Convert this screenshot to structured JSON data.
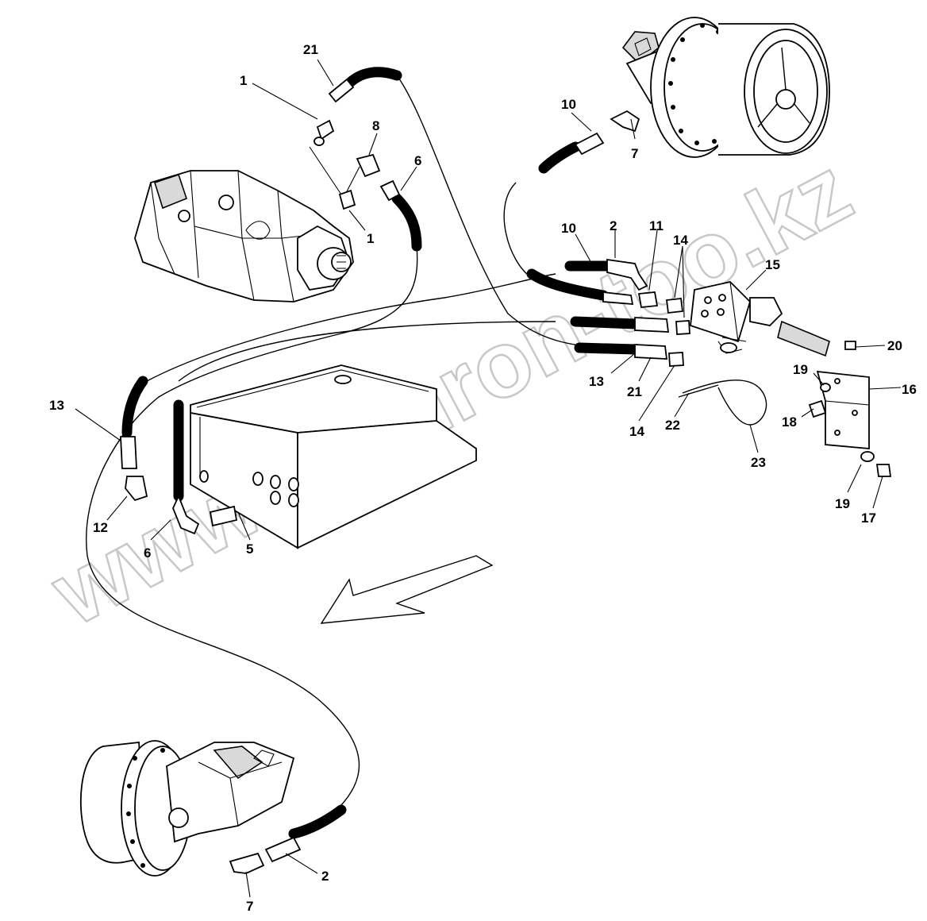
{
  "diagram": {
    "watermark": "www.sinhron-too.kz",
    "callouts": [
      {
        "id": "c21a",
        "text": "21"
      },
      {
        "id": "c1a",
        "text": "1"
      },
      {
        "id": "c8",
        "text": "8"
      },
      {
        "id": "c6a",
        "text": "6"
      },
      {
        "id": "c1b",
        "text": "1"
      },
      {
        "id": "c10a",
        "text": "10"
      },
      {
        "id": "c7a",
        "text": "7"
      },
      {
        "id": "c10b",
        "text": "10"
      },
      {
        "id": "c2a",
        "text": "2"
      },
      {
        "id": "c11",
        "text": "11"
      },
      {
        "id": "c14a",
        "text": "14"
      },
      {
        "id": "c15",
        "text": "15"
      },
      {
        "id": "c20",
        "text": "20"
      },
      {
        "id": "c19a",
        "text": "19"
      },
      {
        "id": "c16",
        "text": "16"
      },
      {
        "id": "c13a",
        "text": "13"
      },
      {
        "id": "c21b",
        "text": "21"
      },
      {
        "id": "c18",
        "text": "18"
      },
      {
        "id": "c14b",
        "text": "14"
      },
      {
        "id": "c22",
        "text": "22"
      },
      {
        "id": "c23",
        "text": "23"
      },
      {
        "id": "c19b",
        "text": "19"
      },
      {
        "id": "c17",
        "text": "17"
      },
      {
        "id": "c13b",
        "text": "13"
      },
      {
        "id": "c12",
        "text": "12"
      },
      {
        "id": "c6b",
        "text": "6"
      },
      {
        "id": "c5",
        "text": "5"
      },
      {
        "id": "c2b",
        "text": "2"
      },
      {
        "id": "c7b",
        "text": "7"
      }
    ]
  }
}
